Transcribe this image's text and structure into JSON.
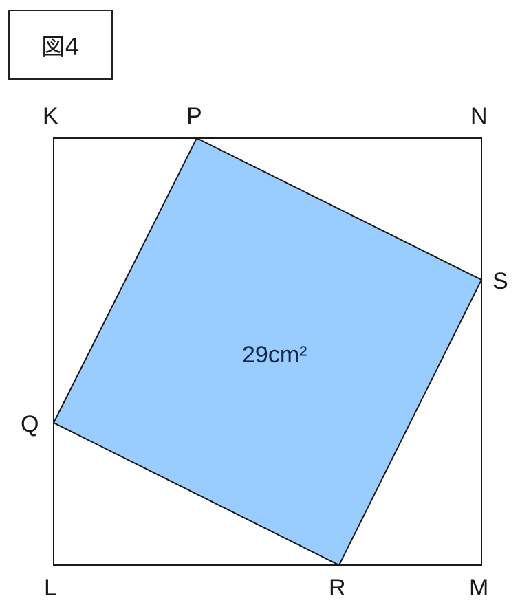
{
  "figure_label": "図4",
  "points": {
    "K": "K",
    "P": "P",
    "N": "N",
    "S": "S",
    "Q": "Q",
    "L": "L",
    "R": "R",
    "M": "M"
  },
  "area_label": "29cm²",
  "colors": {
    "inner_square_fill": "#99ccff",
    "stroke": "#1a1a1a"
  }
}
